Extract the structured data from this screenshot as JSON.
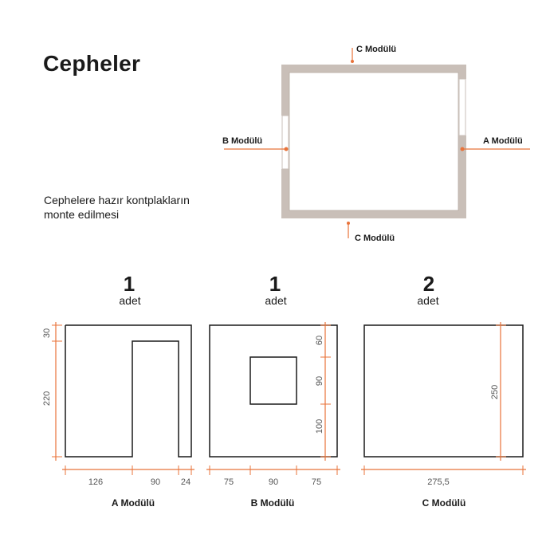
{
  "title": "Cepheler",
  "description_lines": [
    "Cephelere hazır kontplakların",
    "monte edilmesi"
  ],
  "plan": {
    "labels": {
      "top": "C Modülü",
      "bottom": "C Modülü",
      "left": "B Modülü",
      "right": "A Modülü"
    }
  },
  "panels": [
    {
      "count": "1",
      "unit": "adet",
      "name": "A Modülü",
      "horizontal_dims": [
        "126",
        "90",
        "24"
      ],
      "vertical_dims": [
        "30",
        "220"
      ]
    },
    {
      "count": "1",
      "unit": "adet",
      "name": "B Modülü",
      "horizontal_dims": [
        "75",
        "90",
        "75"
      ],
      "vertical_dims": [
        "60",
        "90",
        "100"
      ]
    },
    {
      "count": "2",
      "unit": "adet",
      "name": "C Modülü",
      "horizontal_dims": [
        "275,5"
      ],
      "vertical_dims": [
        "250"
      ]
    }
  ],
  "colors": {
    "accent": "#e8733a",
    "wall": "#c9bfb8",
    "line": "#1a1a1a"
  }
}
